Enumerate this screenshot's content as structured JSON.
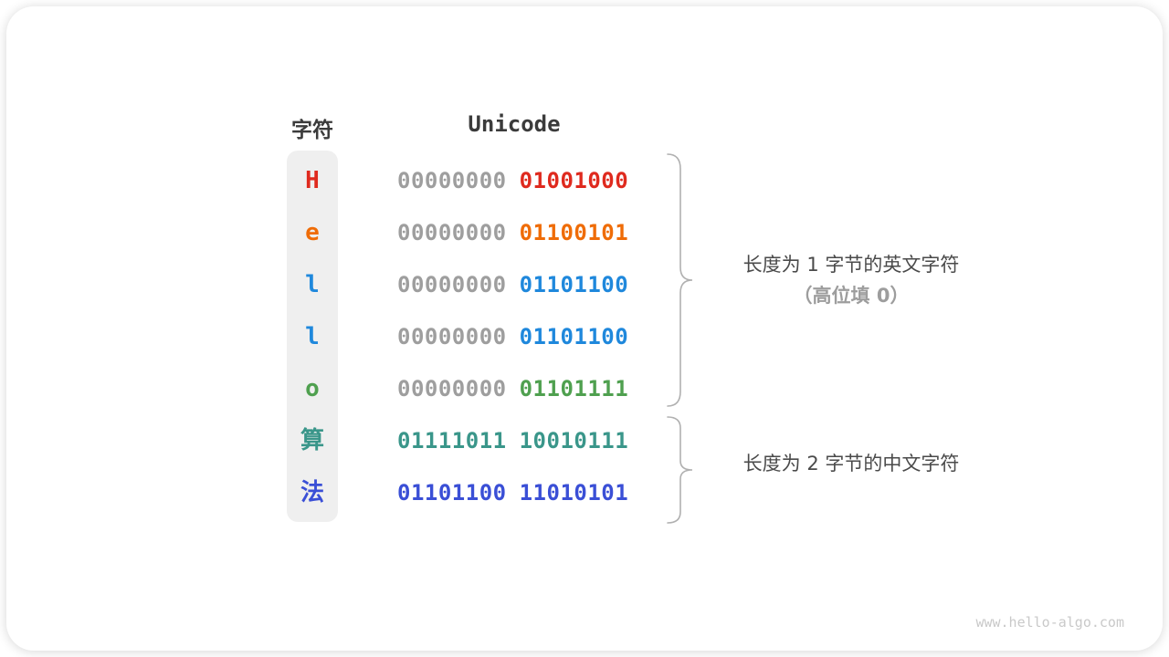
{
  "table": {
    "header_char": "字符",
    "header_unicode": "Unicode",
    "rows": [
      {
        "char": "H",
        "byte1": "00000000",
        "byte2": "01001000",
        "char_color": "#df2a1e",
        "byte1_color": "#9e9e9e",
        "byte2_color": "#df2a1e"
      },
      {
        "char": "e",
        "byte1": "00000000",
        "byte2": "01100101",
        "char_color": "#ef6c07",
        "byte1_color": "#9e9e9e",
        "byte2_color": "#ef6c07"
      },
      {
        "char": "l",
        "byte1": "00000000",
        "byte2": "01101100",
        "char_color": "#1f88dc",
        "byte1_color": "#9e9e9e",
        "byte2_color": "#1f88dc"
      },
      {
        "char": "l",
        "byte1": "00000000",
        "byte2": "01101100",
        "char_color": "#1f88dc",
        "byte1_color": "#9e9e9e",
        "byte2_color": "#1f88dc"
      },
      {
        "char": "o",
        "byte1": "00000000",
        "byte2": "01101111",
        "char_color": "#4fa04f",
        "byte1_color": "#9e9e9e",
        "byte2_color": "#4fa04f"
      },
      {
        "char": "算",
        "byte1": "01111011",
        "byte2": "10010111",
        "char_color": "#3a968a",
        "byte1_color": "#3a968a",
        "byte2_color": "#3a968a"
      },
      {
        "char": "法",
        "byte1": "01101100",
        "byte2": "11010101",
        "char_color": "#3a4fd6",
        "byte1_color": "#3a4fd6",
        "byte2_color": "#3a4fd6"
      }
    ]
  },
  "annotations": {
    "english": {
      "line1": "长度为 1 字节的英文字符",
      "line2": "（高位填 0）"
    },
    "chinese": {
      "line1": "长度为 2 字节的中文字符"
    }
  },
  "footer": {
    "watermark": "www.hello-algo.com"
  }
}
